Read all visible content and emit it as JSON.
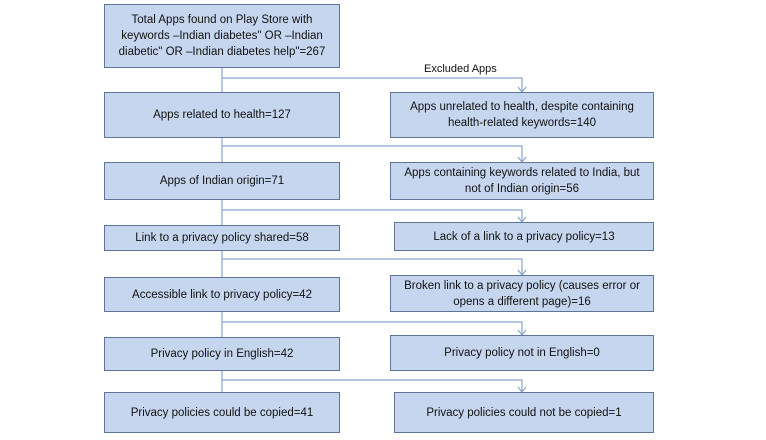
{
  "excluded_label": "Excluded Apps",
  "left_boxes": [
    {
      "id": "total",
      "text": "Total Apps found on Play Store with keywords –Indian diabetes\" OR –Indian diabetic\" OR –Indian diabetes help\"=267"
    },
    {
      "id": "health",
      "text": "Apps related to health=127"
    },
    {
      "id": "indian-origin",
      "text": "Apps of Indian origin=71"
    },
    {
      "id": "privacy-link-shared",
      "text": "Link to a privacy policy shared=58"
    },
    {
      "id": "accessible-link",
      "text": "Accessible link to privacy policy=42"
    },
    {
      "id": "policy-english",
      "text": "Privacy policy in English=42"
    },
    {
      "id": "policy-copied",
      "text": "Privacy policies could  be copied=41"
    }
  ],
  "right_boxes": [
    {
      "id": "unrelated-health",
      "text": "Apps unrelated to health, despite containing health-related keywords=140"
    },
    {
      "id": "not-indian-origin",
      "text": "Apps containing keywords related to India, but not of Indian origin=56"
    },
    {
      "id": "lack-link",
      "text": "Lack of a link to a privacy policy=13"
    },
    {
      "id": "broken-link",
      "text": "Broken link to a privacy policy (causes error or opens a different page)=16"
    },
    {
      "id": "not-english",
      "text": "Privacy policy not in English=0"
    },
    {
      "id": "not-copied",
      "text": "Privacy policies could not be copied=1"
    }
  ],
  "colors": {
    "box_fill": "#c6d6ee",
    "box_border": "#5f7597",
    "connector": "#8aa6cc"
  }
}
